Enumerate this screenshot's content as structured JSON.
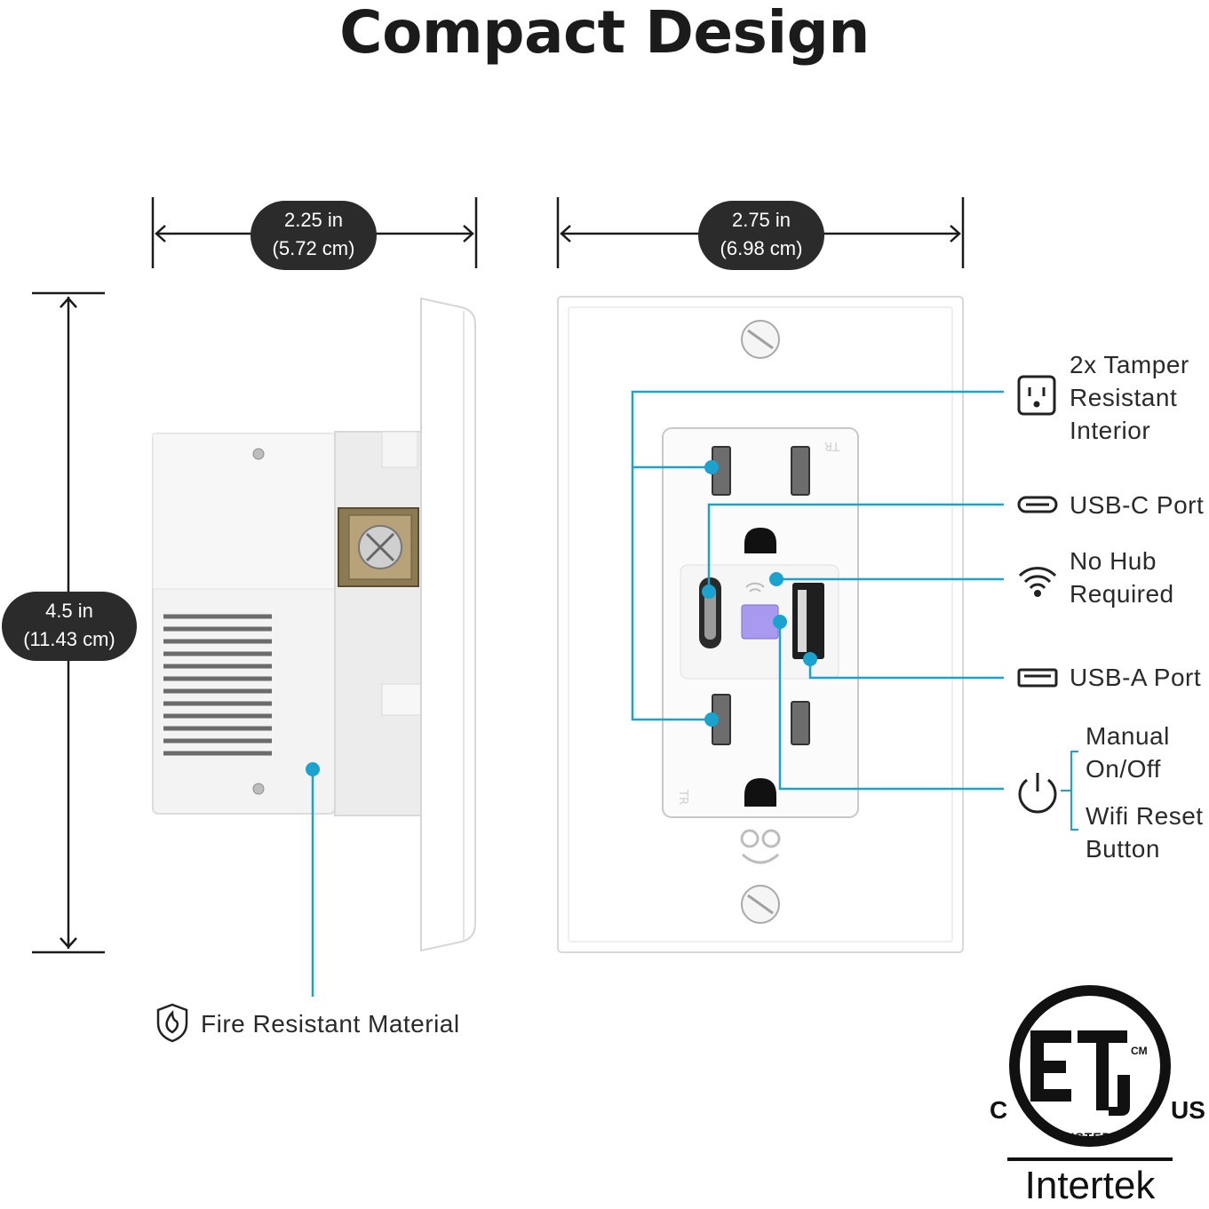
{
  "title": "Compact Design",
  "dimensions": {
    "side_width": {
      "line1": "2.25 in",
      "line2": "(5.72 cm)"
    },
    "front_width": {
      "line1": "2.75 in",
      "line2": "(6.98 cm)"
    },
    "height": {
      "line1": "4.5 in",
      "line2": "(11.43 cm)"
    }
  },
  "features": {
    "tamper": [
      "2x Tamper",
      "Resistant",
      "Interior"
    ],
    "usb_c": "USB-C Port",
    "hub": [
      "No Hub",
      "Required"
    ],
    "usb_a": "USB-A Port",
    "manual": [
      "Manual",
      "On/Off"
    ],
    "reset": [
      "Wifi Reset",
      "Button"
    ],
    "fire": "Fire Resistant Material"
  },
  "outlet_marks": {
    "tr_top": "TR",
    "tr_bottom": "TR"
  },
  "certification": {
    "mark": "ETL",
    "left": "C",
    "right": "US",
    "cm": "CM",
    "listed": "LISTED",
    "company": "Intertek"
  },
  "colors": {
    "accent": "#1aa3cf",
    "pill": "#2b2b2b",
    "text": "#2a2a2a"
  }
}
